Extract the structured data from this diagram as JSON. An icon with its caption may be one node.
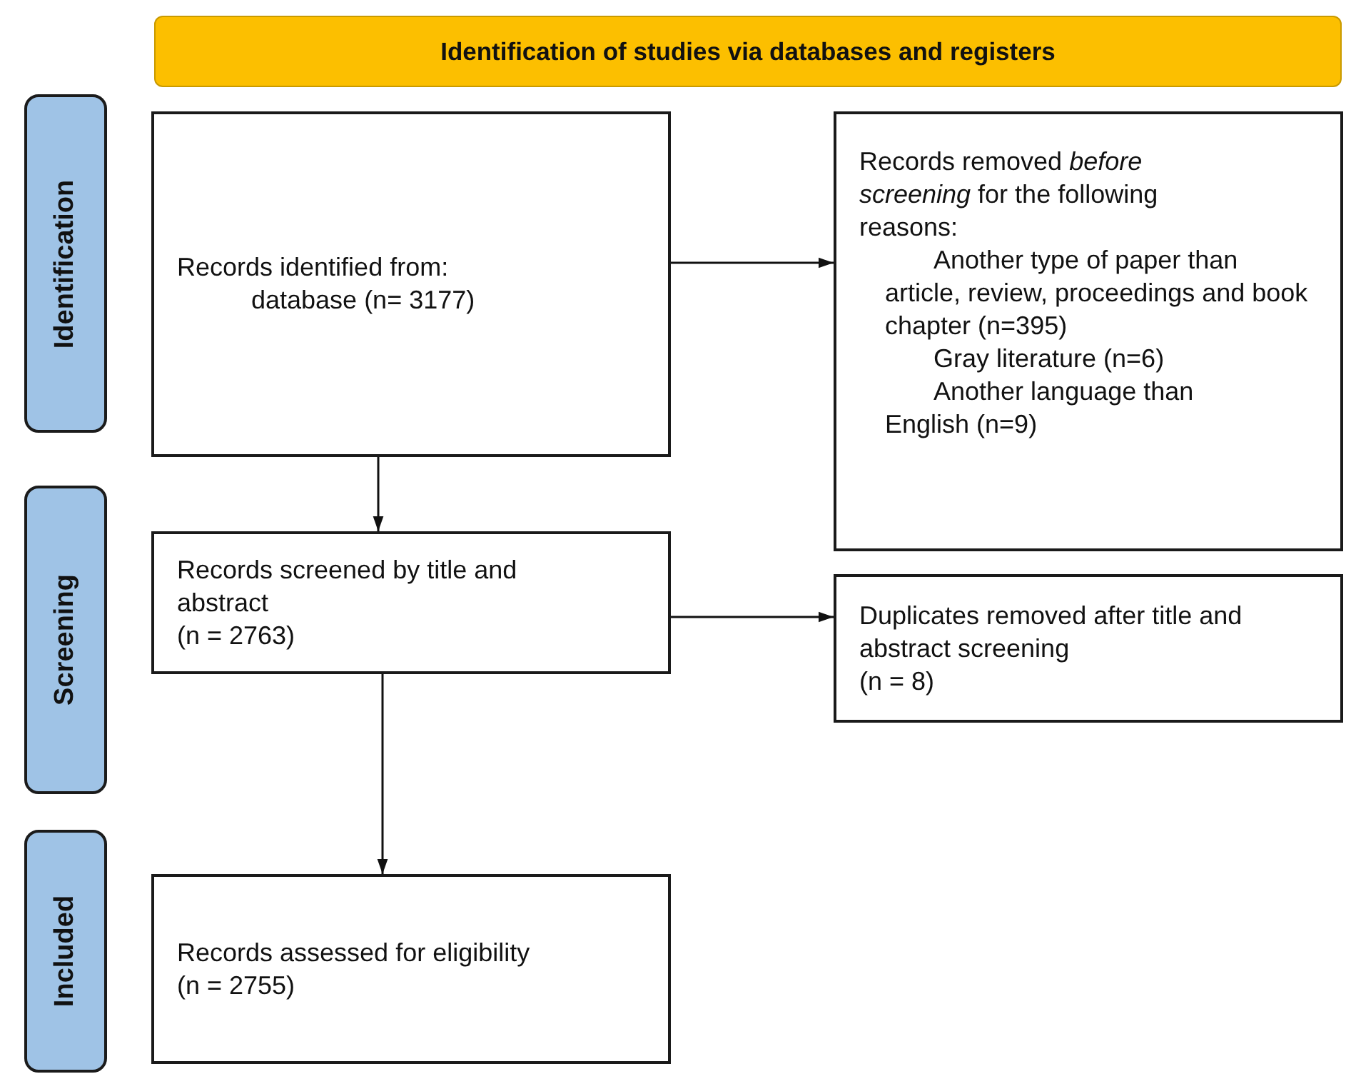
{
  "diagram": {
    "nodes": [
      {
        "text": [
          "Identification of studies via databases and registers"
        ]
      },
      {
        "text": [
          "Identification"
        ]
      },
      {
        "text": [
          "Screening"
        ]
      },
      {
        "text": [
          "Included"
        ]
      },
      {
        "text": [
          "Records identified from:",
          "database (n= 3177)"
        ]
      },
      {
        "text": [
          "Records removed *before screening* for the following reasons:",
          "Another type of paper than article, review, proceedings and book chapter (n=395)",
          "Gray literature (n=6)",
          "Another language than English (n=9)"
        ]
      },
      {
        "text": [
          "Records screened by title and abstract",
          "(n = 2763)"
        ]
      },
      {
        "text": [
          "Duplicates removed after title and abstract screening",
          "(n = 8)"
        ]
      },
      {
        "text": [
          "Records assessed for eligibility",
          "(n = 2755)"
        ]
      }
    ],
    "edges": [
      {
        "from": 4,
        "to": 5,
        "arrow": "to"
      },
      {
        "from": 4,
        "to": 6,
        "arrow": "to"
      },
      {
        "from": 6,
        "to": 7,
        "arrow": "to"
      },
      {
        "from": 6,
        "to": 8,
        "arrow": "to"
      }
    ]
  }
}
